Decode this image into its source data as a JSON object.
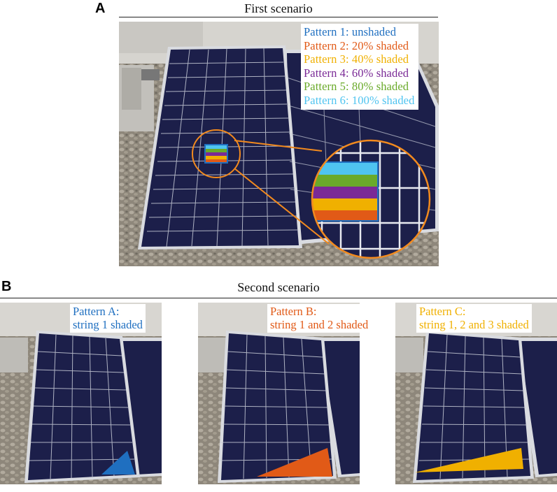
{
  "panel_a": {
    "letter": "A",
    "title": "First scenario",
    "legend": [
      {
        "text": "Pattern 1: unshaded",
        "color": "#1f6fc0"
      },
      {
        "text": "Pattern 2: 20% shaded",
        "color": "#e15a17"
      },
      {
        "text": "Pattern 3: 40% shaded",
        "color": "#f0b000"
      },
      {
        "text": "Pattern 4: 60% shaded",
        "color": "#7a2a96"
      },
      {
        "text": "Pattern 5: 80% shaded",
        "color": "#6aaa2a"
      },
      {
        "text": "Pattern 6: 100% shaded",
        "color": "#4fc4f0"
      }
    ]
  },
  "panel_b": {
    "letter": "B",
    "title": "Second scenario",
    "patterns": [
      {
        "line1": "Pattern A:",
        "line2": "string 1 shaded",
        "color": "#1f6fc0"
      },
      {
        "line1": "Pattern B:",
        "line2": "string 1 and 2 shaded",
        "color": "#e15a17"
      },
      {
        "line1": "Pattern C:",
        "line2": "string 1, 2 and 3 shaded",
        "color": "#f0b000"
      }
    ]
  },
  "colors": {
    "panel": "#1c1f4a",
    "cell_line": "#c8ccd8",
    "frame": "#d9dbe0",
    "gravel": "#9a9488",
    "wall": "#e6e6e2",
    "highlight": "#f28a1e"
  }
}
